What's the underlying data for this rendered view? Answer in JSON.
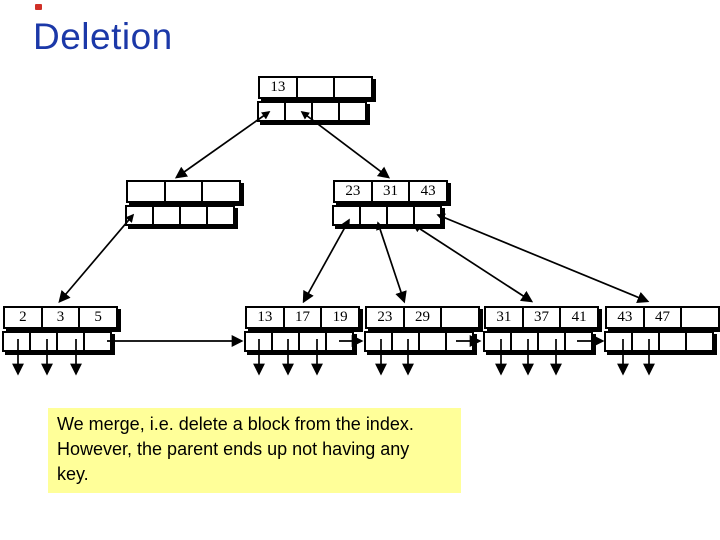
{
  "slide": {
    "title": "Deletion",
    "note_text": "We merge, i.e. delete a block from the index.\nHowever, the parent ends up not having any\nkey.",
    "colors": {
      "title": "#1B38A8",
      "note_bg": "#FFFF99",
      "accent_mark": "#D03028",
      "line": "#000000"
    }
  },
  "tree": {
    "type": "b-plus-tree",
    "root": {
      "keys": [
        "13",
        "",
        ""
      ]
    },
    "internal_left": {
      "keys": [
        "",
        "",
        ""
      ]
    },
    "internal_right": {
      "keys": [
        "23",
        "31",
        "43"
      ]
    },
    "leaves": [
      {
        "keys": [
          "2",
          "3",
          "5"
        ]
      },
      {
        "keys": [
          "13",
          "17",
          "19"
        ]
      },
      {
        "keys": [
          "23",
          "29",
          ""
        ]
      },
      {
        "keys": [
          "31",
          "37",
          "41"
        ]
      },
      {
        "keys": [
          "43",
          "47",
          ""
        ]
      }
    ]
  }
}
